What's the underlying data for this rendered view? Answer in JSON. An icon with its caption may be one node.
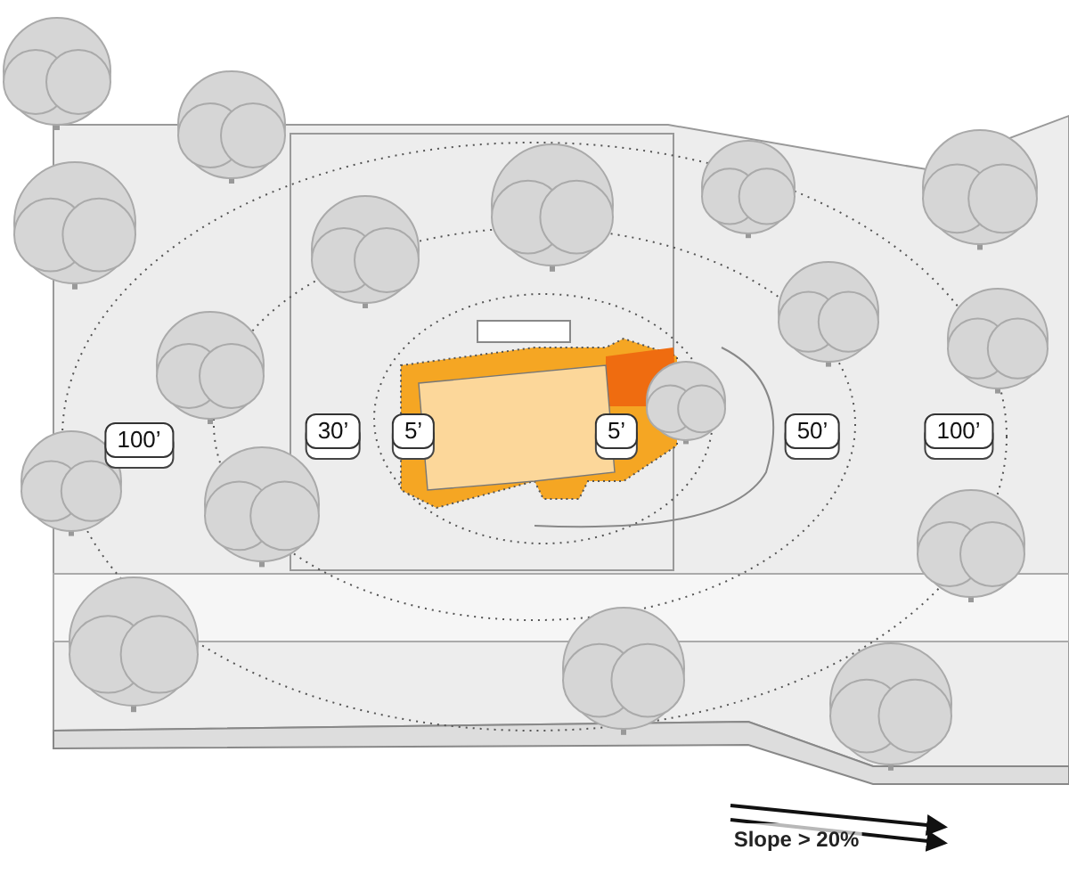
{
  "diagram": {
    "labels": [
      "100’",
      "30’",
      "5’",
      "5’",
      "50’",
      "100’",
      "Slope > 20%"
    ]
  }
}
